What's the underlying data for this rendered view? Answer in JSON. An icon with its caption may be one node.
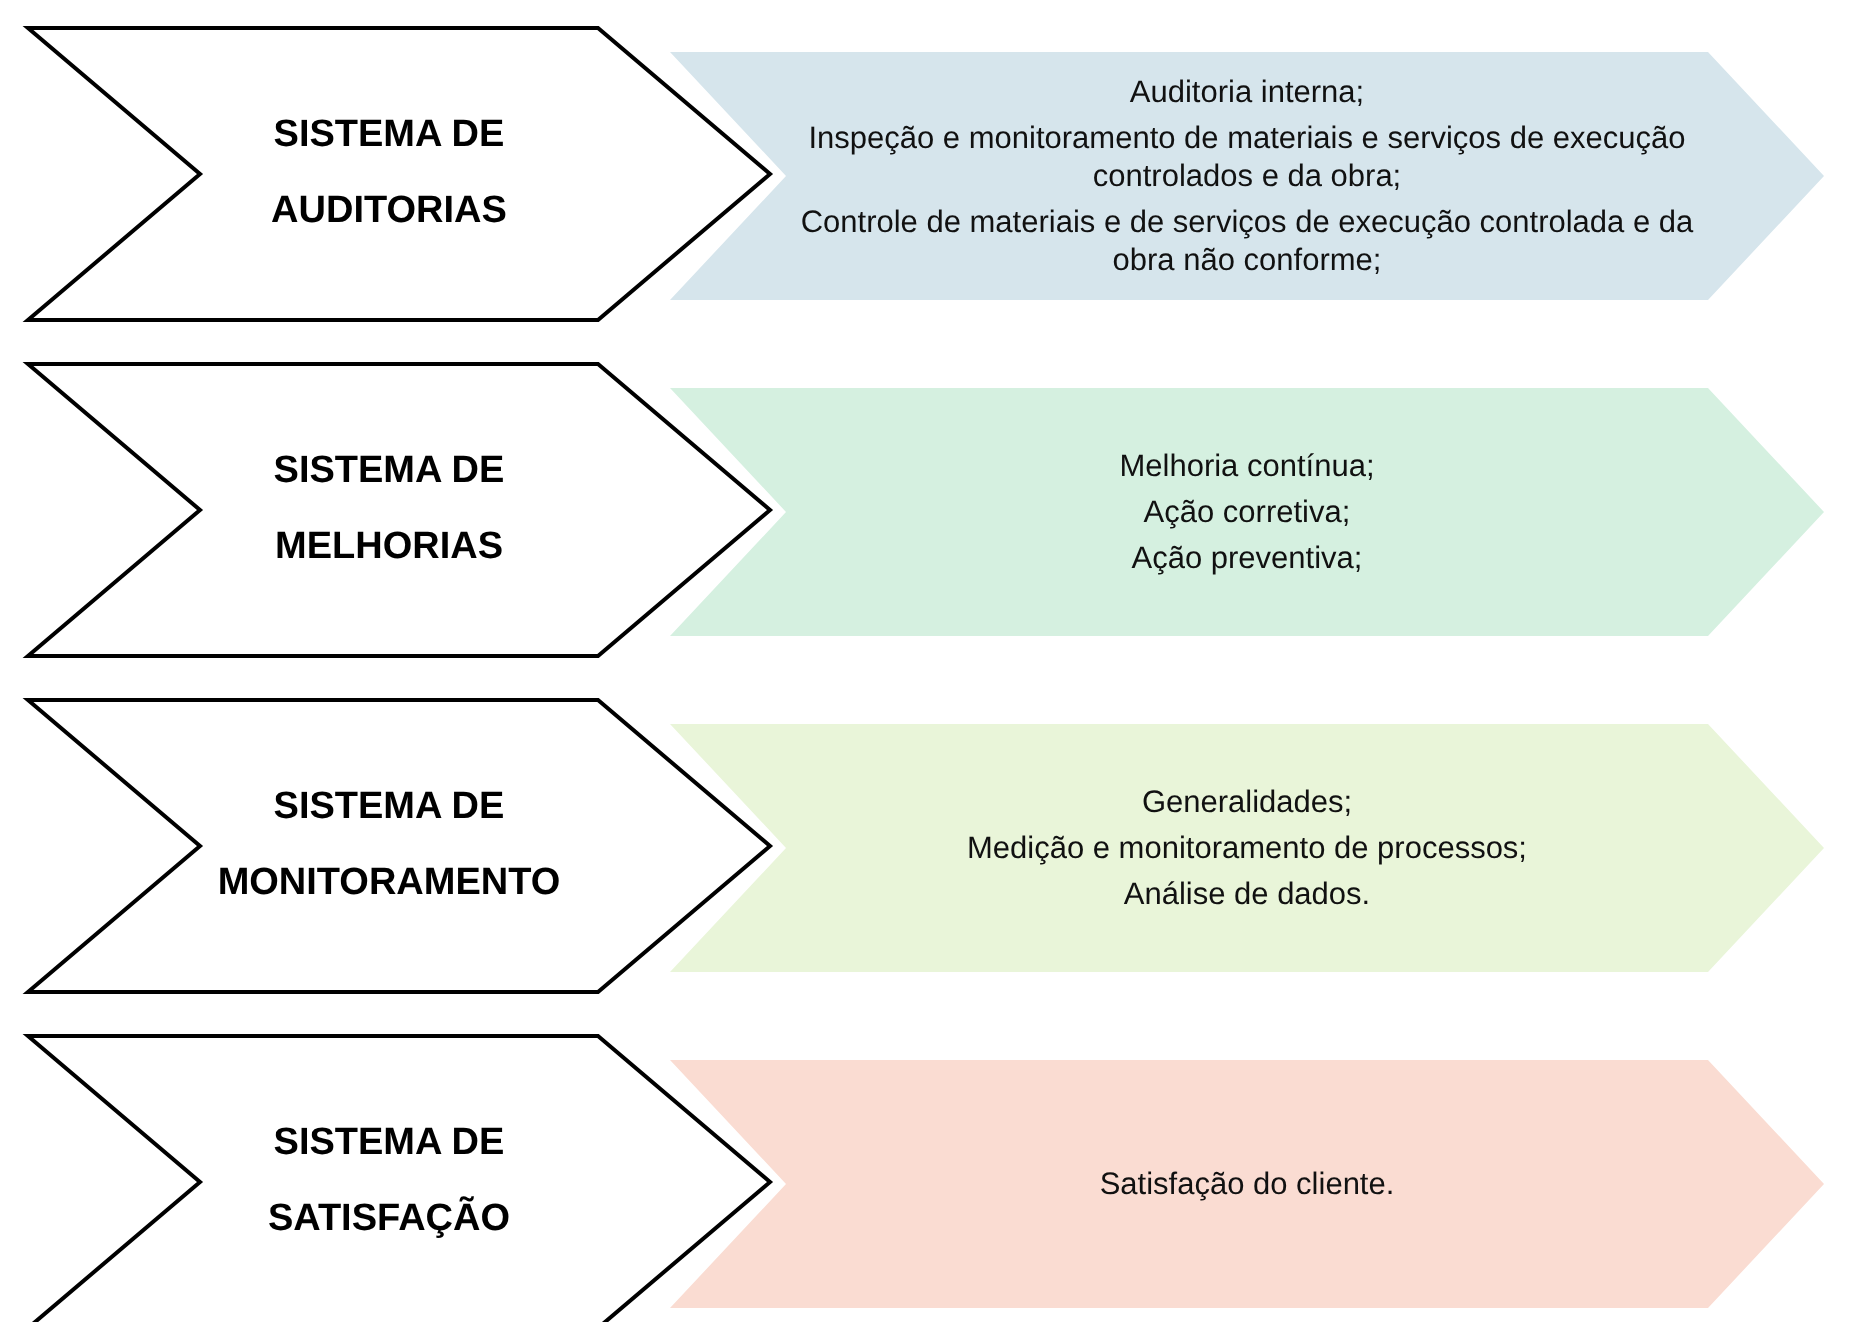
{
  "diagram": {
    "nodes": [
      {
        "text": [
          "SISTEMA DE AUDITORIAS"
        ]
      },
      {
        "text": [
          "Auditoria interna;",
          "Inspeção e monitoramento de materiais e serviços de execução controlados e da obra;",
          "Controle de materiais e de serviços de execução controlada e da obra não conforme;"
        ]
      },
      {
        "text": [
          "SISTEMA DE MELHORIAS"
        ]
      },
      {
        "text": [
          "Melhoria contínua;",
          "Ação corretiva;",
          "Ação preventiva;"
        ]
      },
      {
        "text": [
          "SISTEMA DE MONITORAMENTO"
        ]
      },
      {
        "text": [
          "Generalidades;",
          "Medição e monitoramento de processos;",
          "Análise de dados."
        ]
      },
      {
        "text": [
          "SISTEMA DE SATISFAÇÃO"
        ]
      },
      {
        "text": [
          "Satisfação do cliente."
        ]
      }
    ]
  }
}
